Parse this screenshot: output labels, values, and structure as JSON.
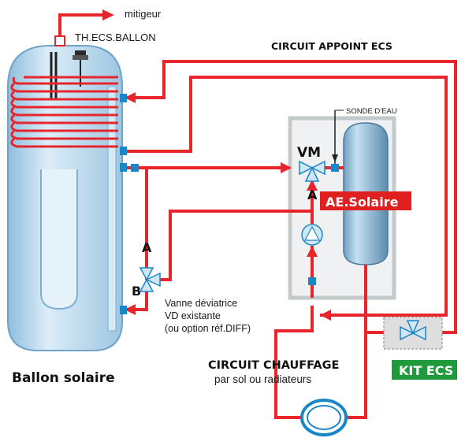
{
  "labels": {
    "mitigeur": "mitigeur",
    "th_ecs_ballon": "TH.ECS.BALLON",
    "circuit_appoint": "CIRCUIT APPOINT ECS",
    "sonde_eau": "SONDE D'EAU",
    "vm": "VM",
    "a_upper": "A",
    "ae_solaire": "AE.Solaire",
    "a_left": "A",
    "b_left": "B",
    "vanne_line1": "Vanne déviatrice",
    "vanne_line2": "VD existante",
    "vanne_line3": "(ou option réf.DIFF)",
    "ballon_solaire": "Ballon solaire",
    "circuit_chauffage": "CIRCUIT CHAUFFAGE",
    "par_sol": "par sol ou radiateurs",
    "kit_ecs": "KIT ECS"
  },
  "colors": {
    "pipe": "#e8252a",
    "tank_blue": "#b9d8ec",
    "connector": "#1b86c6",
    "ae_solaire_bg": "#e02020",
    "kit_ecs_bg": "#1e9a3c",
    "enclosure_border": "#c4c9cc",
    "enclosure_fill": "#f0f1f2"
  }
}
